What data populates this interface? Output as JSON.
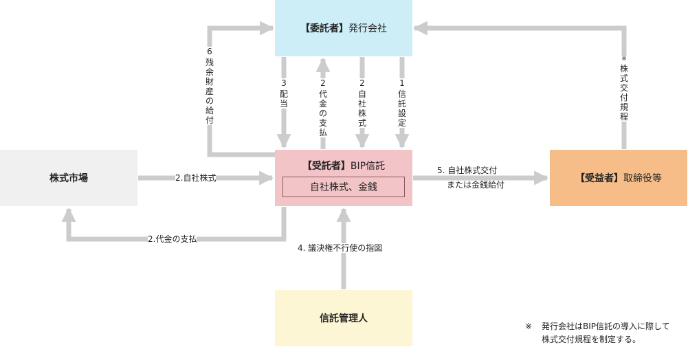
{
  "nodes": {
    "trustor": {
      "bracket": "【委託者】",
      "name": "発行会社"
    },
    "market": {
      "name": "株式市場"
    },
    "bip": {
      "bracket": "【受託者】",
      "name": "BIP信託",
      "asset": "自社株式、金銭"
    },
    "beneficiary": {
      "bracket": "【受益者】",
      "name": "取締役等"
    },
    "admin": {
      "name": "信託管理人"
    }
  },
  "flows": {
    "f1": {
      "num": "1",
      "label": "信託設定"
    },
    "f2_stock": {
      "num": "2",
      "label": "自社株式"
    },
    "f2_payment": {
      "num": "2",
      "label": "代金の支払"
    },
    "f3": {
      "num": "3",
      "label": "配当"
    },
    "f6": {
      "num": "6",
      "label": "残余財産の給付"
    },
    "rule": {
      "mark": "※",
      "label": "株式交付規程"
    },
    "market_stock": "2.自社株式",
    "market_payment": "2.代金の支払",
    "f5_line1": "5. 自社株式交付",
    "f5_line2": "または金銭給付",
    "f4": "4. 議決権不行使の指図"
  },
  "note": {
    "mark": "※",
    "line1": "発行会社はBIP信託の導入に際して",
    "line2": "株式交付規程を制定する。"
  },
  "colors": {
    "arrow": "#cccccc",
    "trustor": "#cdeef7",
    "bip": "#f2c4c7",
    "beneficiary": "#f6bd88",
    "admin": "#fdf6d4",
    "market": "#f0f0f0"
  }
}
